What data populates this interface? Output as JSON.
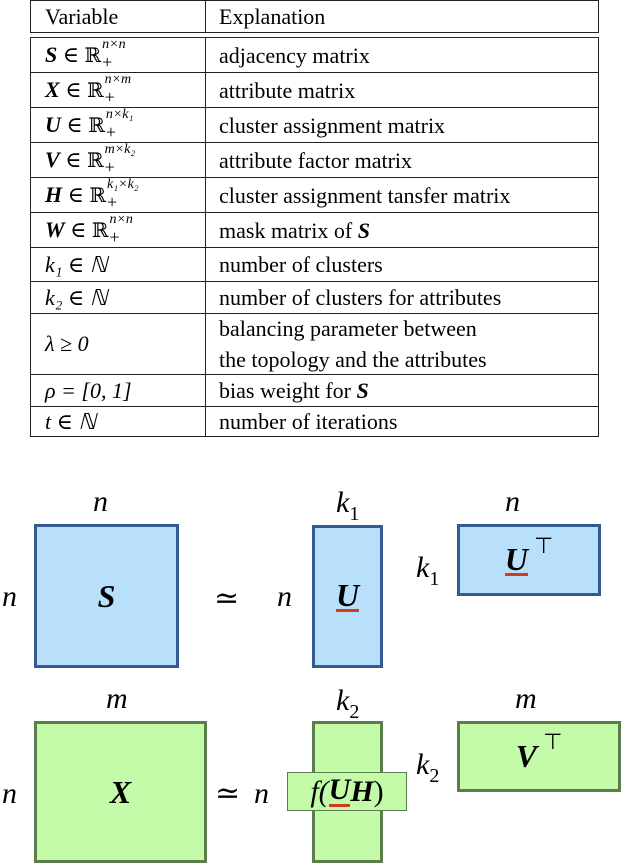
{
  "table": {
    "headers": {
      "variable": "Variable",
      "explanation": "Explanation"
    },
    "rows": [
      {
        "var_symbol": "S",
        "var_bold": true,
        "relation": "∈",
        "set": "ℝ",
        "sup": "n×n",
        "sub": "+",
        "explanation": "adjacency matrix"
      },
      {
        "var_symbol": "X",
        "var_bold": true,
        "relation": "∈",
        "set": "ℝ",
        "sup": "n×m",
        "sub": "+",
        "explanation": "attribute matrix"
      },
      {
        "var_symbol": "U",
        "var_bold": true,
        "relation": "∈",
        "set": "ℝ",
        "sup": "n×k₁",
        "sub": "+",
        "explanation": "cluster assignment matrix"
      },
      {
        "var_symbol": "V",
        "var_bold": true,
        "relation": "∈",
        "set": "ℝ",
        "sup": "m×k₂",
        "sub": "+",
        "explanation": "attribute factor matrix"
      },
      {
        "var_symbol": "H",
        "var_bold": true,
        "relation": "∈",
        "set": "ℝ",
        "sup": "k₁×k₂",
        "sub": "+",
        "explanation": "cluster assignment tansfer matrix"
      },
      {
        "var_symbol": "W",
        "var_bold": true,
        "relation": "∈",
        "set": "ℝ",
        "sup": "n×n",
        "sub": "+",
        "explanation_prefix": "mask matrix of ",
        "explanation_symbol": "S"
      },
      {
        "var_text": "k₁ ∈ ℕ",
        "explanation": "number of clusters"
      },
      {
        "var_text": "k₂ ∈ ℕ",
        "explanation": "number of clusters for attributes"
      },
      {
        "var_text": "λ ≥ 0",
        "explanation": "balancing parameter between\nthe topology and the attributes"
      },
      {
        "var_text": "ρ = [0, 1]",
        "explanation_prefix": "bias weight for ",
        "explanation_symbol": "S"
      },
      {
        "var_text": "t ∈ ℕ",
        "explanation": "number of iterations"
      }
    ]
  },
  "diagram": {
    "row1": {
      "left_matrix": {
        "name": "S",
        "top_dim": "n",
        "left_dim": "n",
        "fill": "#b9e0fb",
        "stroke": "#345c93"
      },
      "approx_symbol": "≃",
      "middle_matrix": {
        "name": "U",
        "top_dim": "k",
        "top_dim_sub": "1",
        "left_dim": "n",
        "underlined": true
      },
      "right_matrix": {
        "name": "U",
        "transpose": "⊤",
        "top_dim": "n",
        "left_dim": "k",
        "left_dim_sub": "1",
        "underlined": true
      }
    },
    "row2": {
      "left_matrix": {
        "name": "X",
        "top_dim": "m",
        "left_dim": "n",
        "fill": "#c3fba9",
        "stroke": "#5b7d4b"
      },
      "approx_symbol": "≃",
      "middle_matrix": {
        "label_prefix": "f(",
        "name_u": "U",
        "name_h": "H",
        "label_suffix": ")",
        "top_dim": "k",
        "top_dim_sub": "2",
        "left_dim": "n"
      },
      "right_matrix": {
        "name": "V",
        "transpose": "⊤",
        "top_dim": "m",
        "left_dim": "k",
        "left_dim_sub": "2"
      }
    },
    "underline_color": "#d43a1e"
  }
}
